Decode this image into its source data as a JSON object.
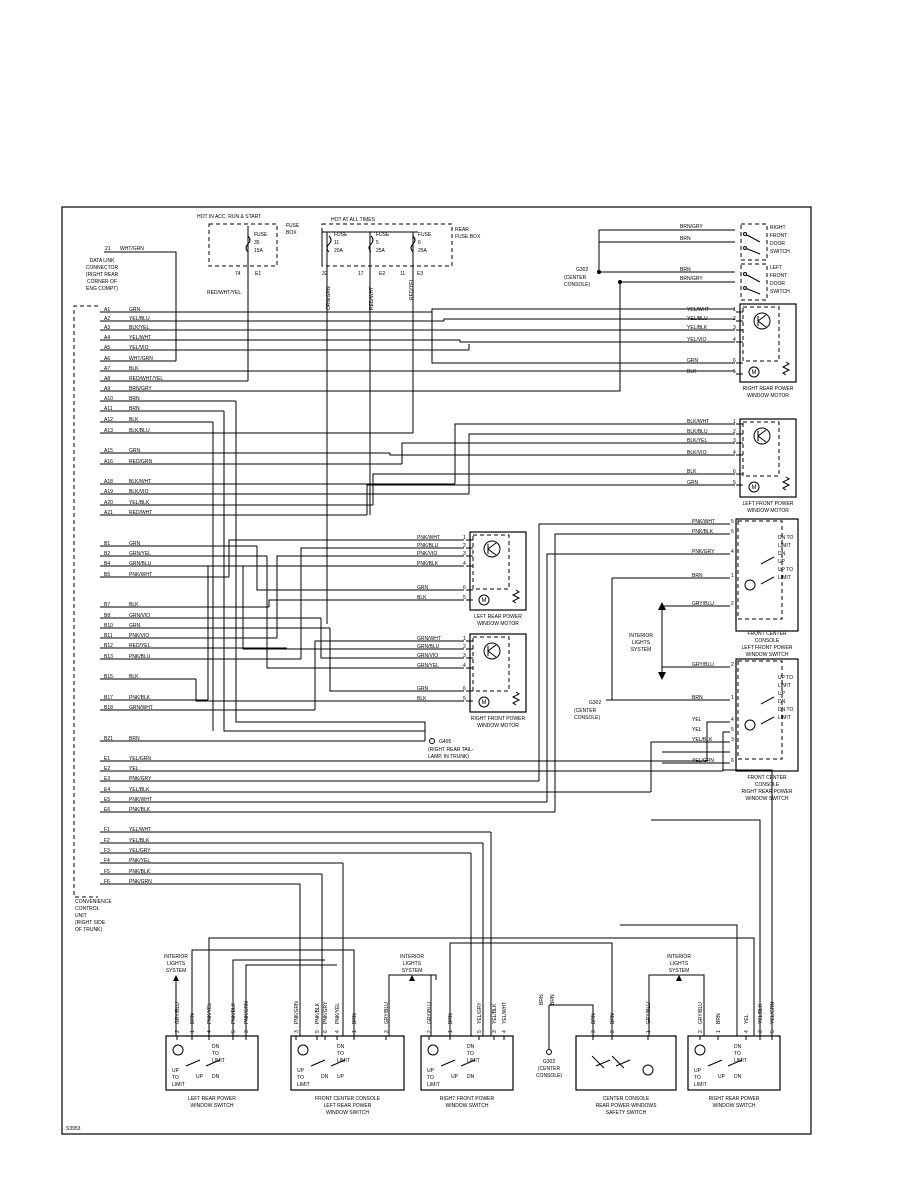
{
  "drawing_id": "S3953",
  "fuse_box_left": {
    "title": "HOT IN ACC, RUN & START",
    "box_label": [
      "FUSE",
      "BOX"
    ],
    "fuse": {
      "line1": "FUSE",
      "line2": "35",
      "line3": "15A"
    },
    "pins": [
      "74",
      "E1"
    ],
    "wire": "RED/WHT/YEL"
  },
  "fuse_box_rear": {
    "title": "HOT AT ALL TIMES",
    "box_label": [
      "REAR",
      "FUSE BOX"
    ],
    "fuses": [
      {
        "line1": "FUSE",
        "line2": "11",
        "line3": "20A"
      },
      {
        "line1": "FUSE",
        "line2": "5",
        "line3": "25A"
      },
      {
        "line1": "FUSE",
        "line2": "6",
        "line3": "25A"
      }
    ],
    "pins": [
      "32",
      "17",
      "E2",
      "11",
      "E3"
    ],
    "wires": [
      "ORN/GRN",
      "RED/WHT",
      "RED/YEL"
    ]
  },
  "data_link": {
    "pin": "21",
    "wire": "WHT/GRN",
    "label": [
      "DATA LINK",
      "CONNECTOR",
      "(RIGHT REAR",
      "CORNER OF",
      "ENG COMPT)"
    ]
  },
  "ccu": {
    "label": [
      "CONVENIENCE",
      "CONTROL",
      "UNIT",
      "(RIGHT SIDE",
      "OF TRUNK)"
    ],
    "pins": [
      {
        "pin": "A1",
        "wire": "GRN"
      },
      {
        "pin": "A2",
        "wire": "YEL/BLU"
      },
      {
        "pin": "A3",
        "wire": "BLK/YEL"
      },
      {
        "pin": "A4",
        "wire": "YEL/WHT"
      },
      {
        "pin": "A5",
        "wire": "YEL/VIO"
      },
      {
        "pin": "A6",
        "wire": "WHT/GRN"
      },
      {
        "pin": "A7",
        "wire": "BLK"
      },
      {
        "pin": "A8",
        "wire": "RED/WHT/YEL"
      },
      {
        "pin": "A9",
        "wire": "BRN/GRY"
      },
      {
        "pin": "A10",
        "wire": "BRN"
      },
      {
        "pin": "A11",
        "wire": "BRN"
      },
      {
        "pin": "A12",
        "wire": "BLK"
      },
      {
        "pin": "A13",
        "wire": "BLK/BLU"
      },
      {
        "pin": "A15",
        "wire": "GRN"
      },
      {
        "pin": "A16",
        "wire": "RED/GRN"
      },
      {
        "pin": "A18",
        "wire": "BLK/WHT"
      },
      {
        "pin": "A19",
        "wire": "BLK/VIO"
      },
      {
        "pin": "A20",
        "wire": "YEL/BLK"
      },
      {
        "pin": "A21",
        "wire": "RED/WHT"
      },
      {
        "pin": "B1",
        "wire": "GRN"
      },
      {
        "pin": "B2",
        "wire": "GRN/YEL"
      },
      {
        "pin": "B4",
        "wire": "GRN/BLU"
      },
      {
        "pin": "B5",
        "wire": "PNK/WHT"
      },
      {
        "pin": "B7",
        "wire": "BLK"
      },
      {
        "pin": "B8",
        "wire": "GRN/VIO"
      },
      {
        "pin": "B10",
        "wire": "GRN"
      },
      {
        "pin": "B11",
        "wire": "PNK/VIO"
      },
      {
        "pin": "B12",
        "wire": "RED/YEL"
      },
      {
        "pin": "B13",
        "wire": "PNK/BLU"
      },
      {
        "pin": "B15",
        "wire": "BLK"
      },
      {
        "pin": "B17",
        "wire": "PNK/BLK"
      },
      {
        "pin": "B18",
        "wire": "GRN/WHT"
      },
      {
        "pin": "B21",
        "wire": "BRN"
      },
      {
        "pin": "E1",
        "wire": "YEL/GRN"
      },
      {
        "pin": "E2",
        "wire": "YEL"
      },
      {
        "pin": "E3",
        "wire": "PNK/GRY"
      },
      {
        "pin": "E4",
        "wire": "YEL/BLK"
      },
      {
        "pin": "E5",
        "wire": "PNK/WHT"
      },
      {
        "pin": "E6",
        "wire": "PNK/BLK"
      },
      {
        "pin": "F1",
        "wire": "YEL/WHT"
      },
      {
        "pin": "F2",
        "wire": "YEL/BLK"
      },
      {
        "pin": "F3",
        "wire": "YEL/GRY"
      },
      {
        "pin": "F4",
        "wire": "PNK/YEL"
      },
      {
        "pin": "F5",
        "wire": "PNK/BLK"
      },
      {
        "pin": "F6",
        "wire": "PNK/GRN"
      }
    ]
  },
  "right_front_door_switch": {
    "label": [
      "RIGHT",
      "FRONT",
      "DOOR",
      "SWITCH"
    ],
    "wires": [
      "BRN/GRY",
      "BRN"
    ]
  },
  "left_front_door_switch": {
    "label": [
      "LEFT",
      "FRONT",
      "DOOR",
      "SWITCH"
    ],
    "wires": [
      "BRN",
      "BRN/GRY"
    ]
  },
  "g302_top": {
    "name": "G302",
    "sub": [
      "(CENTER",
      "CONSOLE)"
    ]
  },
  "right_rear_motor": {
    "label": [
      "RIGHT REAR POWER",
      "WINDOW MOTOR"
    ],
    "wires": [
      {
        "pin": "1",
        "wire": "YEL/WHT"
      },
      {
        "pin": "2",
        "wire": "YEL/BLU"
      },
      {
        "pin": "3",
        "wire": "YEL/BLK"
      },
      {
        "pin": "4",
        "wire": "YEL/VIO"
      },
      {
        "pin": "6",
        "wire": "GRN"
      },
      {
        "pin": "5",
        "wire": "BLK"
      }
    ]
  },
  "left_front_motor": {
    "label": [
      "LEFT FRONT POWER",
      "WINDOW MOTOR"
    ],
    "wires": [
      {
        "pin": "1",
        "wire": "BLK/WHT"
      },
      {
        "pin": "2",
        "wire": "BLK/BLU"
      },
      {
        "pin": "3",
        "wire": "BLK/YEL"
      },
      {
        "pin": "4",
        "wire": "BLK/VIO"
      },
      {
        "pin": "6",
        "wire": "BLK"
      },
      {
        "pin": "5",
        "wire": "GRN"
      }
    ]
  },
  "left_rear_motor": {
    "label": [
      "LEFT REAR POWER",
      "WINDOW MOTOR"
    ],
    "wires": [
      {
        "pin": "1",
        "wire": "PNK/WHT"
      },
      {
        "pin": "2",
        "wire": "PNK/BLU"
      },
      {
        "pin": "3",
        "wire": "PNK/VIO"
      },
      {
        "pin": "4",
        "wire": "PNK/BLK"
      },
      {
        "pin": "6",
        "wire": "GRN"
      },
      {
        "pin": "5",
        "wire": "BLK"
      }
    ]
  },
  "right_front_motor": {
    "label": [
      "RIGHT FRONT POWER",
      "WINDOW MOTOR"
    ],
    "wires": [
      {
        "pin": "1",
        "wire": "GRN/WHT"
      },
      {
        "pin": "2",
        "wire": "GRN/BLU"
      },
      {
        "pin": "3",
        "wire": "GRN/VIO"
      },
      {
        "pin": "4",
        "wire": "GRN/YEL"
      },
      {
        "pin": "6",
        "wire": "GRN"
      },
      {
        "pin": "5",
        "wire": "BLK"
      }
    ]
  },
  "g405": {
    "name": "G405",
    "sub": [
      "(RIGHT REAR TAIL-",
      "LAMP, IN TRUNK)"
    ]
  },
  "fcc_left_front_switch": {
    "label": [
      "FRONT CENTER",
      "CONSOLE",
      "LEFT FRONT POWER",
      "WINDOW SWITCH"
    ],
    "wires": [
      {
        "pin": "5",
        "wire": "PNK/WHT"
      },
      {
        "pin": "6",
        "wire": "PNK/BLK"
      },
      {
        "pin": "4",
        "wire": "PNK/GRY"
      },
      {
        "pin": "1",
        "wire": "BRN"
      },
      {
        "pin": "2",
        "wire": "GRY/BLU"
      }
    ],
    "switch_labels": [
      "DN TO",
      "LIMIT",
      "DN",
      "UP",
      "UP TO",
      "LIMIT"
    ]
  },
  "fcc_right_rear_switch": {
    "label": [
      "FRONT CENTER",
      "CONSOLE",
      "RIGHT REAR POWER",
      "WINDOW SWITCH"
    ],
    "wires": [
      {
        "pin": "2",
        "wire": "GRY/BLU"
      },
      {
        "pin": "1",
        "wire": "BRN"
      },
      {
        "pin": "4",
        "wire": "YEL"
      },
      {
        "pin": "5",
        "wire": "YEL"
      },
      {
        "pin": "3",
        "wire": "YEL/BLK"
      },
      {
        "pin": "6",
        "wire": "YEL/GRN"
      }
    ],
    "switch_labels": [
      "UP TO",
      "LIMIT",
      "UP",
      "DN",
      "DN TO",
      "LIMIT"
    ]
  },
  "interior_lights_right": {
    "label": [
      "INTERIOR",
      "LIGHTS",
      "SYSTEM"
    ]
  },
  "g302_mid": {
    "name": "G302",
    "sub": [
      "(CENTER",
      "CONSOLE)"
    ]
  },
  "bottom_interior_lights": [
    {
      "label": [
        "INTERIOR",
        "LIGHTS",
        "SYSTEM"
      ]
    },
    {
      "label": [
        "INTERIOR",
        "LIGHTS",
        "SYSTEM"
      ]
    },
    {
      "label": [
        "INTERIOR",
        "LIGHTS",
        "SYSTEM"
      ]
    }
  ],
  "bottom_switches": [
    {
      "label": [
        "LEFT REAR POWER",
        "WINDOW SWITCH"
      ],
      "pins": [
        {
          "pin": "2",
          "wire": "GRY/BLU"
        },
        {
          "pin": "1",
          "wire": "BRN"
        },
        {
          "pin": "4",
          "wire": "PNK/YEL"
        },
        {
          "pin": "5",
          "wire": "PNK/BLK"
        },
        {
          "pin": "3",
          "wire": "PNK/GRN"
        }
      ],
      "switch_labels": [
        "DN",
        "TO",
        "LIMIT",
        "UP",
        "TO",
        "LIMIT",
        "UP",
        "DN"
      ]
    },
    {
      "label": [
        "FRONT CENTER CONSOLE",
        "LEFT REAR POWER",
        "WINDOW SWITCH"
      ],
      "pins": [
        {
          "pin": "3",
          "wire": "PNK/GRN"
        },
        {
          "pin": "5",
          "wire": "PNK/BLK"
        },
        {
          "pin": "6",
          "wire": "PNK/GRY"
        },
        {
          "pin": "4",
          "wire": "PNK/YEL"
        },
        {
          "pin": "1",
          "wire": "BRN"
        },
        {
          "pin": "2",
          "wire": "GRY/BLU"
        }
      ],
      "switch_labels": [
        "DN",
        "TO",
        "LIMIT",
        "UP",
        "TO",
        "LIMIT",
        "DN",
        "UP"
      ]
    },
    {
      "label": [
        "RIGHT FRONT POWER",
        "WINDOW SWITCH"
      ],
      "pins": [
        {
          "pin": "2",
          "wire": "GRY/BLU"
        },
        {
          "pin": "1",
          "wire": "BRN"
        },
        {
          "pin": "5",
          "wire": "YEL/GRY"
        },
        {
          "pin": "3",
          "wire": "YEL/BLK"
        },
        {
          "pin": "4",
          "wire": "YEL/WHT"
        }
      ],
      "switch_labels": [
        "DN",
        "TO",
        "LIMIT",
        "UP",
        "TO",
        "LIMIT",
        "UP",
        "DN"
      ]
    },
    {
      "label": [
        "CENTER CONSOLE",
        "REAR POWER WINDOWS",
        "SAFETY SWITCH"
      ],
      "pins": [
        {
          "pin": "3",
          "wire": "BRN"
        },
        {
          "pin": "2",
          "wire": "BRN"
        },
        {
          "pin": "1",
          "wire": "GRY/BLU"
        }
      ],
      "switch_labels": []
    },
    {
      "label": [
        "RIGHT REAR POWER",
        "WINDOW SWITCH"
      ],
      "pins": [
        {
          "pin": "2",
          "wire": "GRY/BLU"
        },
        {
          "pin": "1",
          "wire": "BRN"
        },
        {
          "pin": "4",
          "wire": "YEL"
        },
        {
          "pin": "3",
          "wire": "YEL/BLK"
        },
        {
          "pin": "5",
          "wire": "YEL/GRN"
        }
      ],
      "switch_labels": [
        "DN",
        "TO",
        "LIMIT",
        "UP",
        "TO",
        "LIMIT",
        "UP",
        "DN"
      ]
    }
  ],
  "g302_bottom": {
    "name": "G302",
    "sub": [
      "(CENTER",
      "CONSOLE)"
    ]
  },
  "g302_bottom_wires": [
    "BRN",
    "BRN"
  ]
}
